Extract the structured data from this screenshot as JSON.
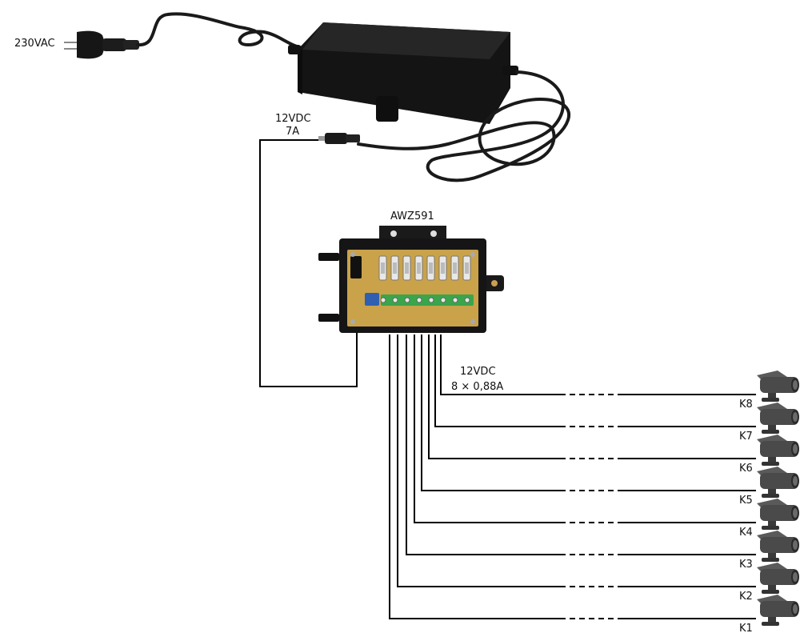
{
  "labels": {
    "mains": "230VAC",
    "psu_out_voltage": "12VDC",
    "psu_out_current": "7A",
    "module": "AWZ591",
    "out_voltage": "12VDC",
    "out_current": "8 × 0,88A"
  },
  "channels": [
    "K8",
    "K7",
    "K6",
    "K5",
    "K4",
    "K3",
    "K2",
    "K1"
  ],
  "fuse_count": 8,
  "colors": {
    "wire": "#000000",
    "psu_body": "#1b1b1b",
    "pcb": "#c9a24a",
    "terminal": "#3aa54a",
    "camera": "#4a4a4a"
  }
}
